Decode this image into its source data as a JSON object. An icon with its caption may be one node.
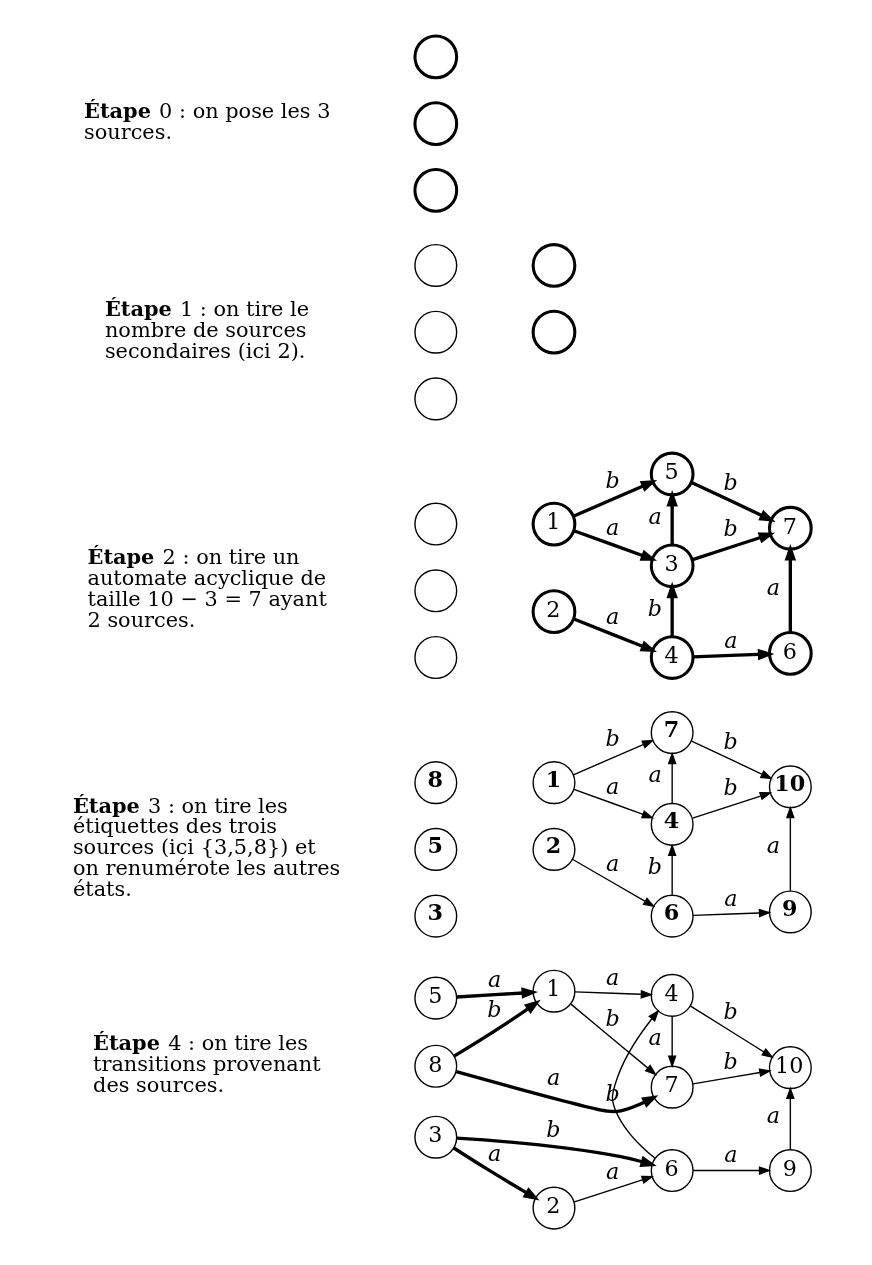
{
  "diagram": {
    "nodes": [
      {
        "text": [],
        "shape": "circle"
      },
      {
        "text": [],
        "shape": "circle"
      },
      {
        "text": [],
        "shape": "circle"
      },
      {
        "text": [],
        "shape": "circle"
      },
      {
        "text": [],
        "shape": "circle"
      },
      {
        "text": [],
        "shape": "circle"
      },
      {
        "text": [],
        "shape": "circle"
      },
      {
        "text": [],
        "shape": "circle"
      },
      {
        "text": [],
        "shape": "circle"
      },
      {
        "text": [],
        "shape": "circle"
      },
      {
        "text": [],
        "shape": "circle"
      },
      {
        "text": [
          "1"
        ]
      },
      {
        "text": [
          "2"
        ]
      },
      {
        "text": [
          "5"
        ]
      },
      {
        "text": [
          "3"
        ]
      },
      {
        "text": [
          "4"
        ]
      },
      {
        "text": [
          "7"
        ]
      },
      {
        "text": [
          "6"
        ]
      },
      {
        "text": [
          "8"
        ]
      },
      {
        "text": [
          "5"
        ]
      },
      {
        "text": [
          "3"
        ]
      },
      {
        "text": [
          "1"
        ]
      },
      {
        "text": [
          "2"
        ]
      },
      {
        "text": [
          "7"
        ]
      },
      {
        "text": [
          "4"
        ]
      },
      {
        "text": [
          "6"
        ]
      },
      {
        "text": [
          "10"
        ]
      },
      {
        "text": [
          "9"
        ]
      },
      {
        "text": [
          "8"
        ]
      },
      {
        "text": [
          "5"
        ]
      },
      {
        "text": [
          "3"
        ]
      },
      {
        "text": [
          "1"
        ]
      },
      {
        "text": [
          "2"
        ]
      },
      {
        "text": [
          "7"
        ]
      },
      {
        "text": [
          "4"
        ]
      },
      {
        "text": [
          "6"
        ]
      },
      {
        "text": [
          "10"
        ]
      },
      {
        "text": [
          "9"
        ]
      }
    ],
    "edges": [
      {
        "from": 11,
        "to": 13,
        "arrow": "to",
        "label": "b",
        "style": "thick"
      },
      {
        "from": 11,
        "to": 14,
        "arrow": "to",
        "label": "a",
        "style": "thick"
      },
      {
        "from": 14,
        "to": 13,
        "arrow": "to",
        "label": "a",
        "style": "thick"
      },
      {
        "from": 13,
        "to": 16,
        "arrow": "to",
        "label": "b",
        "style": "thick"
      },
      {
        "from": 14,
        "to": 16,
        "arrow": "to",
        "label": "b",
        "style": "thick"
      },
      {
        "from": 17,
        "to": 16,
        "arrow": "to",
        "label": "a",
        "style": "thick"
      },
      {
        "from": 12,
        "to": 15,
        "arrow": "to",
        "label": "a",
        "style": "thick"
      },
      {
        "from": 15,
        "to": 14,
        "arrow": "to",
        "label": "b",
        "style": "thick"
      },
      {
        "from": 15,
        "to": 17,
        "arrow": "to",
        "label": "a",
        "style": "thick"
      },
      {
        "from": 21,
        "to": 23,
        "arrow": "to",
        "label": "b"
      },
      {
        "from": 21,
        "to": 24,
        "arrow": "to",
        "label": "a"
      },
      {
        "from": 24,
        "to": 23,
        "arrow": "to",
        "label": "a"
      },
      {
        "from": 23,
        "to": 26,
        "arrow": "to",
        "label": "b"
      },
      {
        "from": 24,
        "to": 26,
        "arrow": "to",
        "label": "b"
      },
      {
        "from": 27,
        "to": 26,
        "arrow": "to",
        "label": "a"
      },
      {
        "from": 22,
        "to": 25,
        "arrow": "to",
        "label": "a"
      },
      {
        "from": 25,
        "to": 24,
        "arrow": "to",
        "label": "b"
      },
      {
        "from": 25,
        "to": 27,
        "arrow": "to",
        "label": "a"
      },
      {
        "from": 28,
        "to": 33,
        "arrow": "to",
        "label": "a",
        "style": "thick"
      },
      {
        "from": 28,
        "to": 31,
        "arrow": "to",
        "label": "b",
        "style": "thick"
      },
      {
        "from": 29,
        "to": 31,
        "arrow": "to",
        "label": "a",
        "style": "thick"
      },
      {
        "from": 30,
        "to": 32,
        "arrow": "to",
        "label": "a",
        "style": "thick"
      },
      {
        "from": 30,
        "to": 35,
        "arrow": "to",
        "label": "b",
        "style": "thick"
      },
      {
        "from": 31,
        "to": 33,
        "arrow": "to",
        "label": "b"
      },
      {
        "from": 31,
        "to": 34,
        "arrow": "to",
        "label": "a"
      },
      {
        "from": 34,
        "to": 33,
        "arrow": "to",
        "label": "a"
      },
      {
        "from": 33,
        "to": 36,
        "arrow": "to",
        "label": "b"
      },
      {
        "from": 34,
        "to": 36,
        "arrow": "to",
        "label": "b"
      },
      {
        "from": 37,
        "to": 36,
        "arrow": "to",
        "label": "a"
      },
      {
        "from": 32,
        "to": 35,
        "arrow": "to",
        "label": "a"
      },
      {
        "from": 35,
        "to": 34,
        "arrow": "to",
        "label": "b"
      },
      {
        "from": 35,
        "to": 37,
        "arrow": "to",
        "label": "a"
      }
    ],
    "labels": [
      "Étape 0 : on pose les 3 sources.",
      "Étape 1 : on tire le nombre de sources secondaires (ici 2).",
      "Étape 2 : on tire un automate acyclique de taille 10 − 3 = 7 ayant 2 sources.",
      "Étape 3 : on tire les étiquettes des trois sources (ici {3,5,8}) et on renumérote les autres états.",
      "Étape 4 : on tire les transitions provenant des sources."
    ]
  }
}
